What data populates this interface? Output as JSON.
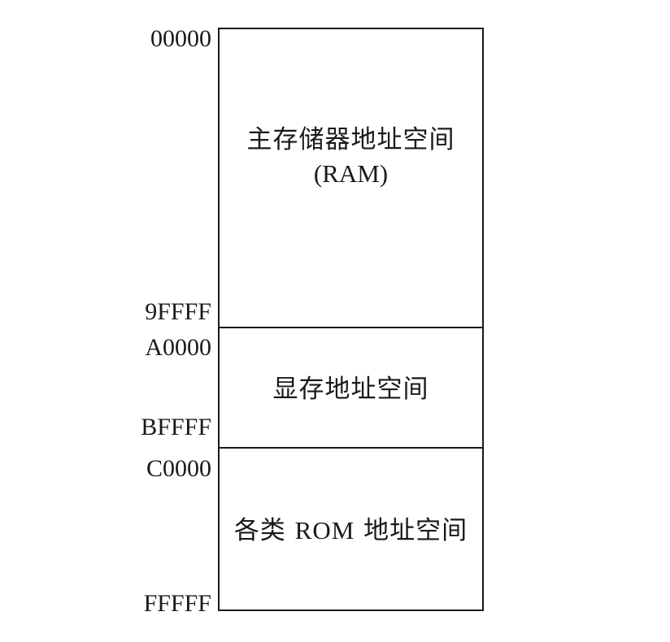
{
  "addresses": {
    "ram_start": "00000",
    "ram_end": "9FFFF",
    "vram_start": "A0000",
    "vram_end": "BFFFF",
    "rom_start": "C0000",
    "rom_end": "FFFFF"
  },
  "regions": {
    "ram": {
      "label": "主存储器地址空间",
      "sublabel": "(RAM)"
    },
    "vram": {
      "label": "显存地址空间"
    },
    "rom": {
      "label_prefix": "各类 ",
      "label_ascii": "ROM",
      "label_suffix": " 地址空间"
    }
  }
}
